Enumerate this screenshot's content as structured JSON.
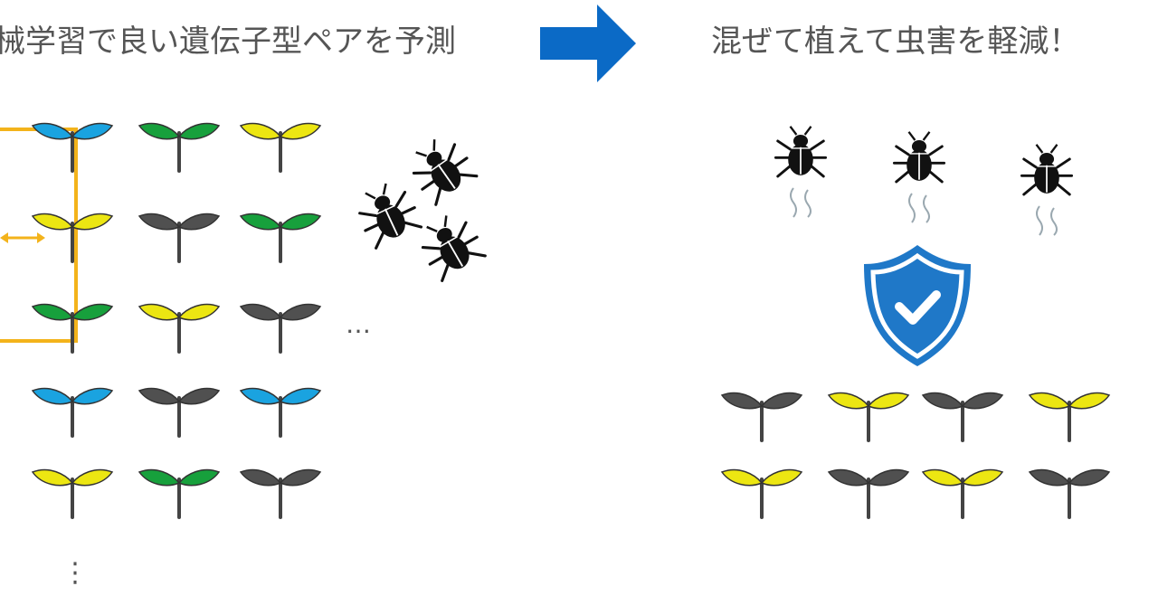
{
  "left_panel": {
    "title": "械学習で良い遺伝子型ペアを予測",
    "ellipsis_h": "…",
    "ellipsis_v": "⋮",
    "seedling_grid": [
      [
        "blue",
        "green",
        "yellow"
      ],
      [
        "yellow",
        "black",
        "green"
      ],
      [
        "green",
        "yellow",
        "black"
      ],
      [
        "blue",
        "black",
        "blue"
      ],
      [
        "yellow",
        "green",
        "black"
      ]
    ],
    "pests": 3
  },
  "right_panel": {
    "title": "混ぜて植えて虫害を軽減！",
    "pests": 3,
    "seedling_rows": [
      [
        "black",
        "yellow",
        "black",
        "yellow"
      ],
      [
        "yellow",
        "black",
        "yellow",
        "black"
      ]
    ]
  },
  "colors": {
    "blue": "#1aa3e0",
    "green": "#17a03c",
    "yellow": "#ece612",
    "black": "#505050",
    "arrow": "#0b6ac6",
    "highlight_box": "#f3b31b",
    "shield": "#1f78c8",
    "bug": "#111111",
    "fume": "#9aa8b0",
    "stem": "#444444",
    "leaf_outline": "#333333"
  }
}
